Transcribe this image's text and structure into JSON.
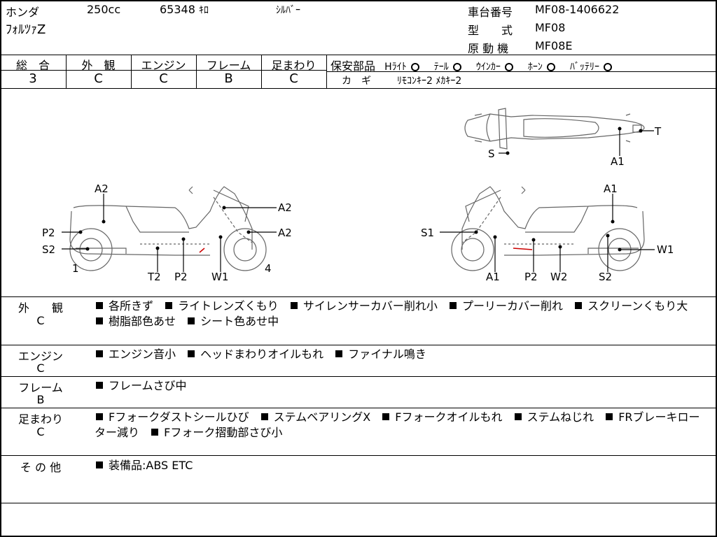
{
  "header": {
    "maker": "ホンダ",
    "displacement": "250cc",
    "mileage": "65348",
    "mileage_unit": "ｷﾛ",
    "color": "ｼﾙﾊﾞｰ",
    "model_name": "ﾌｫﾙﾂｧZ",
    "chassis_label": "車台番号",
    "chassis_no": "MF08-1406622",
    "type_label": "型　　式",
    "type_value": "MF08",
    "engine_label": "原 動 機",
    "engine_value": "MF08E"
  },
  "grades": [
    {
      "label": "総　合",
      "value": "3"
    },
    {
      "label": "外　観",
      "value": "C"
    },
    {
      "label": "エンジン",
      "value": "C"
    },
    {
      "label": "フレーム",
      "value": "B"
    },
    {
      "label": "足まわり",
      "value": "C"
    }
  ],
  "safety": {
    "label": "保安部品",
    "items": [
      {
        "name": "Hﾗｲﾄ"
      },
      {
        "name": "ﾃｰﾙ"
      },
      {
        "name": "ｳｲﾝｶｰ"
      },
      {
        "name": "ﾎｰﾝ"
      },
      {
        "name": "ﾊﾞｯﾃﾘｰ"
      }
    ],
    "key_label": "カ　ギ",
    "key_value": "ﾘﾓｺﾝｷｰ2 ﾒｶｷｰ2"
  },
  "diagram": {
    "left_labels": [
      "A2",
      "A2",
      "A2",
      "P2",
      "S2",
      "1",
      "4",
      "T2",
      "P2",
      "W1"
    ],
    "right_labels": [
      "A1",
      "S1",
      "W1",
      "A1",
      "P2",
      "W2",
      "S2"
    ],
    "top_labels": [
      "T",
      "S",
      "A1"
    ]
  },
  "sections": {
    "appearance": {
      "label": "外　　観",
      "grade": "C",
      "items": [
        "各所きず",
        "ライトレンズくもり",
        "サイレンサーカバー削れ小",
        "プーリーカバー削れ",
        "スクリーンくもり大",
        "樹脂部色あせ",
        "シート色あせ中"
      ]
    },
    "engine": {
      "label": "エンジン",
      "grade": "C",
      "items": [
        "エンジン音小",
        "ヘッドまわりオイルもれ",
        "ファイナル鳴き"
      ]
    },
    "frame": {
      "label": "フレーム",
      "grade": "B",
      "items": [
        "フレームさび中"
      ]
    },
    "suspension": {
      "label": "足まわり",
      "grade": "C",
      "items": [
        "Fフォークダストシールひび",
        "ステムベアリングX",
        "Fフォークオイルもれ",
        "ステムねじれ",
        "FRブレーキローター減り",
        "Fフォーク摺動部さび小"
      ]
    },
    "other": {
      "label": "そ の 他",
      "items": [
        "装備品:ABS ETC"
      ]
    }
  }
}
